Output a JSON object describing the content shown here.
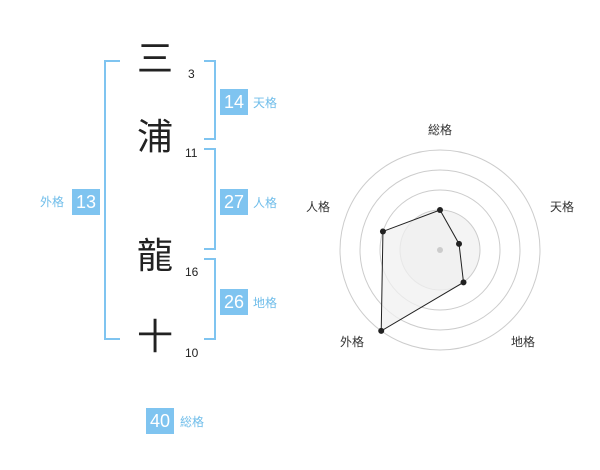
{
  "name": {
    "chars": [
      {
        "char": "三",
        "strokes": "3"
      },
      {
        "char": "浦",
        "strokes": "11"
      },
      {
        "char": "龍",
        "strokes": "16"
      },
      {
        "char": "十",
        "strokes": "10"
      }
    ]
  },
  "fortune": {
    "tenkaku": {
      "value": "14",
      "label": "天格"
    },
    "jinkaku": {
      "value": "27",
      "label": "人格"
    },
    "chikaku": {
      "value": "26",
      "label": "地格"
    },
    "gaikaku": {
      "value": "13",
      "label": "外格"
    },
    "soukaku": {
      "value": "40",
      "label": "総格"
    }
  },
  "chart_data": {
    "type": "radar",
    "axes": [
      "総格",
      "天格",
      "地格",
      "外格",
      "人格"
    ],
    "values": [
      2,
      1,
      2,
      5,
      3
    ],
    "max": 5,
    "rings": 4,
    "colors": {
      "fill": "#f0f0f0",
      "line": "#222222",
      "ring": "#cccccc"
    }
  }
}
